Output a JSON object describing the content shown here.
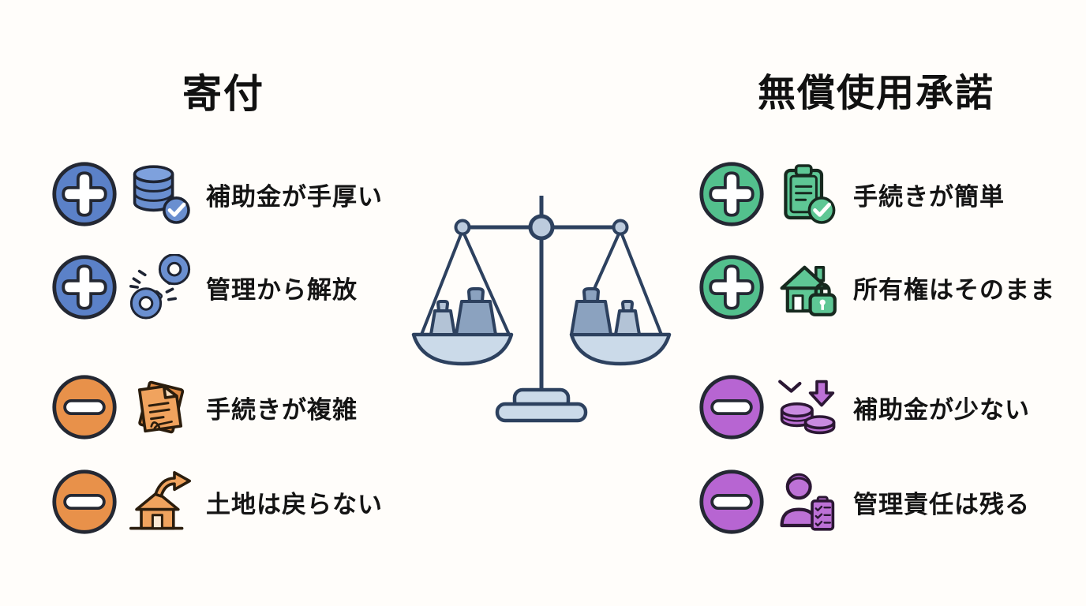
{
  "page": {
    "background_color": "#fffdfa",
    "text_color": "#141414"
  },
  "columns": {
    "left": {
      "title": "寄付",
      "plus_color": "#5b81c8",
      "minus_color": "#e8914a",
      "items": [
        {
          "sign": "plus",
          "icon": "coins-check-icon",
          "label": "補助金が手厚い"
        },
        {
          "sign": "plus",
          "icon": "broken-chain-icon",
          "label": "管理から解放"
        },
        {
          "sign": "minus",
          "icon": "documents-icon",
          "label": "手続きが複雑"
        },
        {
          "sign": "minus",
          "icon": "house-arrow-icon",
          "label": "土地は戻らない"
        }
      ]
    },
    "right": {
      "title": "無償使用承諾",
      "plus_color": "#53c08d",
      "minus_color": "#b765d2",
      "items": [
        {
          "sign": "plus",
          "icon": "clipboard-check-icon",
          "label": "手続きが簡単"
        },
        {
          "sign": "plus",
          "icon": "house-lock-icon",
          "label": "所有権はそのまま"
        },
        {
          "sign": "minus",
          "icon": "coins-down-icon",
          "label": "補助金が少ない"
        },
        {
          "sign": "minus",
          "icon": "person-clipboard-icon",
          "label": "管理責任は残る"
        }
      ]
    }
  },
  "center_illustration": {
    "name": "balance-scale",
    "outline_color": "#2d415f",
    "pan_fill_color": "#cbdae9",
    "weight_dark_fill": "#8ba2bf",
    "weight_light_fill": "#b3c3d6"
  }
}
